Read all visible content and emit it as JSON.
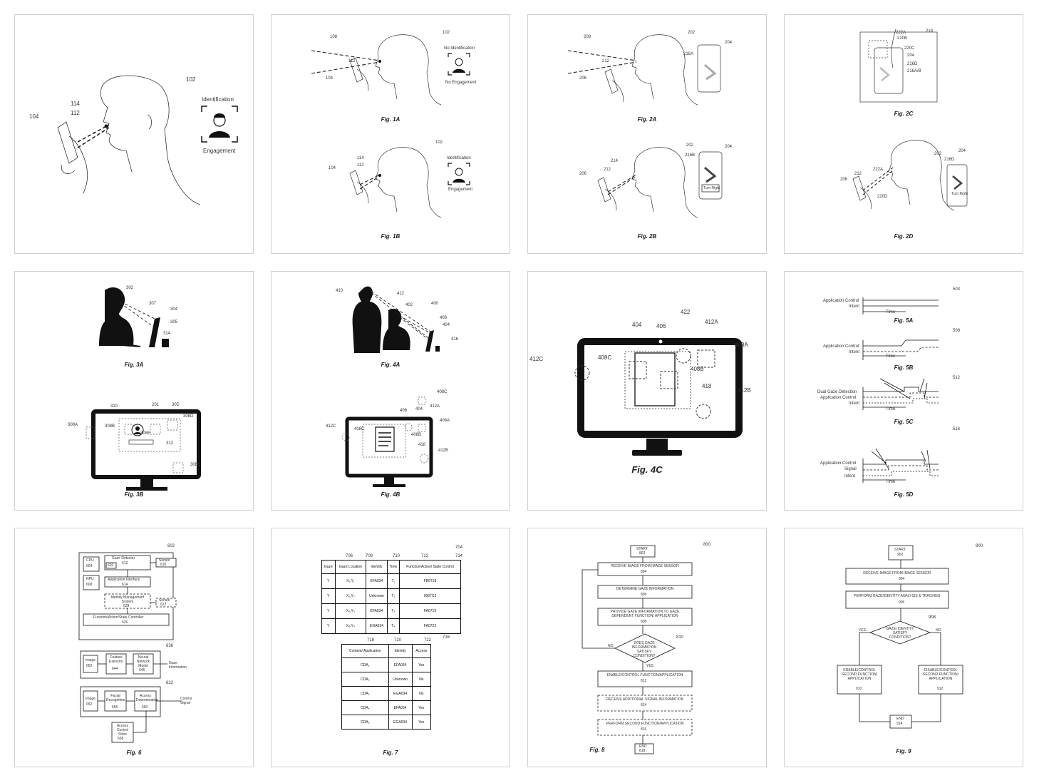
{
  "panels": {
    "p1": {
      "refs": [
        "102",
        "104",
        "112",
        "114"
      ],
      "badge_top": "Identification",
      "badge_bottom": "Engagement"
    },
    "p2": {
      "fig_top": "Fig. 1A",
      "fig_bottom": "Fig. 1B",
      "top_refs": [
        "108",
        "102",
        "112",
        "104"
      ],
      "top_badge_top": "No Identification",
      "top_badge_bottom": "No Engagement",
      "bottom_refs": [
        "102",
        "114",
        "112",
        "104"
      ],
      "bottom_badge_top": "Identification",
      "bottom_badge_bottom": "Engagement"
    },
    "p3": {
      "fig_top": "Fig. 2A",
      "fig_bottom": "Fig. 2B",
      "top_refs": [
        "208",
        "212",
        "202",
        "204",
        "216A",
        "206"
      ],
      "bottom_refs": [
        "202",
        "204",
        "216B",
        "214",
        "212",
        "206"
      ],
      "turn_right": "Turn Right"
    },
    "p4": {
      "fig_top": "Fig. 2C",
      "fig_bottom": "Fig. 2D",
      "top_refs": [
        "222A",
        "218",
        "220B",
        "220C",
        "204",
        "216D",
        "216A/B"
      ],
      "bottom_refs": [
        "202",
        "204",
        "216D",
        "222A",
        "212",
        "206",
        "220D"
      ],
      "turn_right": "Turn Right"
    },
    "p5": {
      "fig_top": "Fig. 3A",
      "fig_bottom": "Fig. 3B",
      "top_refs": [
        "302",
        "307",
        "304",
        "305",
        "314"
      ],
      "bottom_refs": [
        "310",
        "201",
        "305",
        "308A",
        "308B",
        "308D",
        "308E",
        "312",
        "308C"
      ]
    },
    "p6": {
      "fig_top": "Fig. 4A",
      "fig_bottom": "Fig. 4B",
      "top_refs": [
        "410",
        "412",
        "402",
        "400",
        "406",
        "404",
        "416"
      ],
      "bottom_refs": [
        "408C",
        "406",
        "404",
        "412A",
        "412C",
        "408C",
        "408A",
        "408B",
        "418",
        "412B"
      ]
    },
    "p7": {
      "fig": "Fig. 4C",
      "refs": [
        "404",
        "406",
        "422",
        "412A",
        "412C",
        "408C",
        "408A",
        "408B",
        "418",
        "412B"
      ]
    },
    "p8": {
      "fig_a": "Fig. 5A",
      "fig_b": "Fig. 5B",
      "fig_c": "Fig. 5C",
      "fig_d": "Fig. 5D",
      "refs": [
        "503",
        "508",
        "512",
        "516"
      ],
      "a_labels": [
        "Application Control",
        "Intent",
        "Time"
      ],
      "b_labels": [
        "Application Control",
        "Intent",
        "Time"
      ],
      "c_labels": [
        "Dual Gaze Detection",
        "Application Control",
        "Intent",
        "Time"
      ],
      "d_labels": [
        "Application Control",
        "Signal",
        "Intent",
        "Time"
      ]
    },
    "p9": {
      "fig": "Fig. 6",
      "ref_main": "602",
      "cpu": "CPU",
      "cpu_num": "604",
      "npu": "NPU",
      "npu_num": "608",
      "gaze_detector": "Gaze Detector",
      "gaze_detector_num": "612",
      "gaze_sub": "620",
      "app_interface": "Application Interface",
      "app_interface_num": "614",
      "identity": "Identity Management System",
      "identity_num": "628",
      "controller": "Function/Action/State Controller",
      "controller_num": "626",
      "sensor1": "Sensor",
      "sensor1_num": "616",
      "sensor2": "Sensor",
      "sensor2_num": "622",
      "row2_ref": "636",
      "image": "Image",
      "image_num": "662",
      "feature": "Feature Extractor",
      "feature_num": "644",
      "neural": "Neural Network Model",
      "neural_num": "646",
      "gaze_info": "Gaze Information",
      "row3_ref": "622",
      "image2": "Image",
      "image2_num": "652",
      "facial": "Facial Recognition",
      "facial_num": "656",
      "access_det": "Access Determination",
      "access_det_num": "660",
      "control_sig": "Control Signal",
      "access_store": "Access Control Store",
      "access_store_num": "658"
    },
    "p10": {
      "fig": "Fig. 7",
      "ref_table1": "704",
      "col_refs1": [
        "706",
        "708",
        "710",
        "712",
        "714"
      ],
      "table1_headers": [
        "Gaze",
        "Gaze Location",
        "Identity",
        "Time",
        "Function/Action/ State Control"
      ],
      "table1_rows": [
        [
          "Y",
          "X₁,Y₁",
          "EFA034",
          "T₁",
          "FB0718"
        ],
        [
          "Y",
          "X₂,Y₂",
          "Unknown",
          "T₂",
          "0067C3"
        ],
        [
          "Y",
          "X₃,Y₃",
          "EFA034",
          "T₃",
          "FA0719"
        ],
        [
          "Y",
          "X₄,Y₄",
          "EGA034",
          "T₄",
          "FA0723"
        ]
      ],
      "ref_table2": "716",
      "col_refs2": [
        "718",
        "720",
        "722"
      ],
      "table2_headers": [
        "Content/ Application",
        "Identity",
        "Access"
      ],
      "table2_rows": [
        [
          "CDA₁",
          "EFA034",
          "Yes"
        ],
        [
          "CDA₂",
          "Unknown",
          "No"
        ],
        [
          "CDA₃",
          "EGA034",
          "No"
        ],
        [
          "CDA₄",
          "EFA034",
          "Yes"
        ],
        [
          "CDA₅",
          "EGA034",
          "Yes"
        ]
      ]
    },
    "p11": {
      "fig": "Fig. 8",
      "ref": "800",
      "start": "START",
      "start_num": "802",
      "s1": "RECEIVE IMAGE FROM IMAGE SENSOR",
      "s1_num": "804",
      "s2": "DETERMINE GAZE INFORMATION",
      "s2_num": "806",
      "s3": "PROVIDE GAZE INFORMATION TO GAZE DEPENDENT FUNCTION/ APPLICATION",
      "s3_num": "808",
      "decision": "DOES GAZE INFORMATION SATISFY CONDITION?",
      "decision_num": "810",
      "no": "NO",
      "yes": "YES",
      "s4": "ENABLE/CONTROL FUNCTION/APPLICATION",
      "s4_num": "812",
      "s5": "RECEIVE ADDITIONAL SIGNAL INFORMATION",
      "s5_num": "814",
      "s6": "PERFORM SECOND FUNCTION/APPLICATION",
      "s6_num": "816",
      "end": "END",
      "end_num": "818"
    },
    "p12": {
      "fig": "Fig. 9",
      "ref": "900",
      "start": "START",
      "start_num": "902",
      "s1": "RECEIVE IMAGE FROM IMAGE SENSOR",
      "s1_num": "904",
      "s2": "PERFORM GAZE/IDENTITY ANALYSIS & TRACKING",
      "s2_num": "906",
      "decision": "GAZE/ IDENTITY SATISFY CONDITION?",
      "decision_num": "908",
      "yes": "YES",
      "no": "NO",
      "left": "ENABLE/CONTROL SECOND FUNCTION/ APPLICATION",
      "left_num": "910",
      "right": "DISABLE/CONTROL SECOND FUNCTION/ APPLICATION",
      "right_num": "912",
      "end": "END",
      "end_num": "914"
    }
  }
}
